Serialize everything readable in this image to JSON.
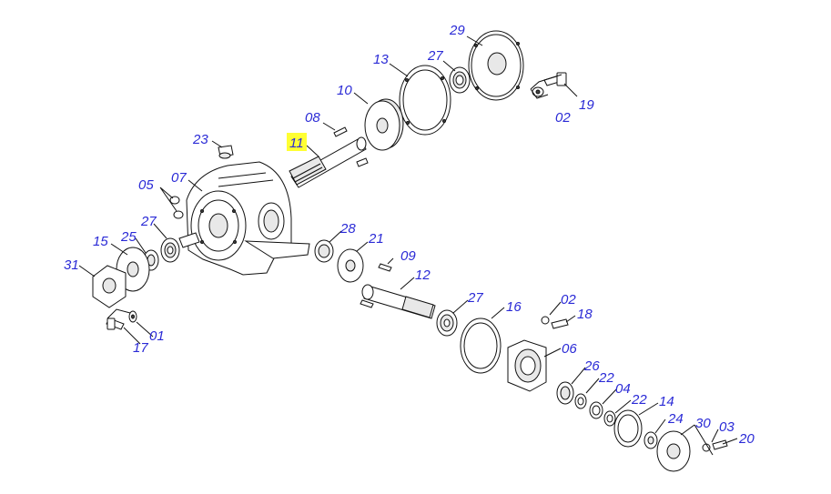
{
  "diagram": {
    "highlighted_part": "11",
    "highlight_color": "#ffff33",
    "label_color": "#2a2ad6",
    "parts": [
      {
        "id": "p29",
        "num": "29"
      },
      {
        "id": "p13",
        "num": "13"
      },
      {
        "id": "p27a",
        "num": "27"
      },
      {
        "id": "p10",
        "num": "10"
      },
      {
        "id": "p19",
        "num": "19"
      },
      {
        "id": "p02a",
        "num": "02"
      },
      {
        "id": "p08",
        "num": "08"
      },
      {
        "id": "p11",
        "num": "11"
      },
      {
        "id": "p23",
        "num": "23"
      },
      {
        "id": "p05",
        "num": "05"
      },
      {
        "id": "p07",
        "num": "07"
      },
      {
        "id": "p27b",
        "num": "27"
      },
      {
        "id": "p28",
        "num": "28"
      },
      {
        "id": "p21",
        "num": "21"
      },
      {
        "id": "p15",
        "num": "15"
      },
      {
        "id": "p25",
        "num": "25"
      },
      {
        "id": "p31",
        "num": "31"
      },
      {
        "id": "p09",
        "num": "09"
      },
      {
        "id": "p12",
        "num": "12"
      },
      {
        "id": "p27c",
        "num": "27"
      },
      {
        "id": "p16",
        "num": "16"
      },
      {
        "id": "p02b",
        "num": "02"
      },
      {
        "id": "p18",
        "num": "18"
      },
      {
        "id": "p01",
        "num": "01"
      },
      {
        "id": "p17",
        "num": "17"
      },
      {
        "id": "p06",
        "num": "06"
      },
      {
        "id": "p26",
        "num": "26"
      },
      {
        "id": "p22a",
        "num": "22"
      },
      {
        "id": "p04",
        "num": "04"
      },
      {
        "id": "p22b",
        "num": "22"
      },
      {
        "id": "p14",
        "num": "14"
      },
      {
        "id": "p24",
        "num": "24"
      },
      {
        "id": "p30",
        "num": "30"
      },
      {
        "id": "p03",
        "num": "03"
      },
      {
        "id": "p20",
        "num": "20"
      }
    ]
  }
}
